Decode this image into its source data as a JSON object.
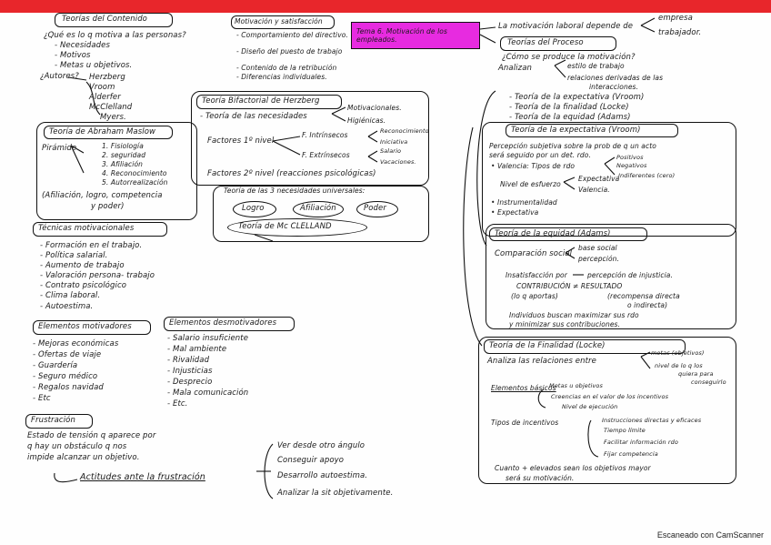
{
  "col1": {
    "title1": "Teorías del Contenido",
    "question": "¿Qué es lo q motiva a las personas?",
    "items1": [
      "- Necesidades",
      "- Motivos",
      "- Metas u objetivos."
    ],
    "autores_label": "¿Autores?",
    "autores": [
      "Herzberg",
      "Vroom",
      "Alderfer",
      "McClelland",
      "Myers."
    ],
    "maslow_title": "Teoría de Abraham Maslow",
    "piramide_label": "Pirámide",
    "maslow_items": [
      "1. Fisiología",
      "2. seguridad",
      "3. Afiliación",
      "4. Reconocimiento",
      "5. Autorrealización"
    ],
    "maslow_note1": "(Afiliación, logro, competencia",
    "maslow_note2": "y poder)",
    "tecnicas_title": "Técnicas motivacionales",
    "tecnicas": [
      "- Formación en el trabajo.",
      "- Política salarial.",
      "- Aumento de trabajo",
      "- Valoración persona- trabajo",
      "- Contrato psicológico",
      "- Clima laboral.",
      "- Autoestima."
    ],
    "mot_title": "Elementos motivadores",
    "mot_items": [
      "- Mejoras económicas",
      "- Ofertas de viaje",
      "- Guardería",
      "- Seguro médico",
      "- Regalos navidad",
      "- Etc"
    ],
    "desmot_title": "Elementos desmotivadores",
    "desmot_items": [
      "- Salario insuficiente",
      "- Mal ambiente",
      "- Rivalidad",
      "- Injusticias",
      "- Desprecio",
      "- Mala comunicación",
      "- Etc."
    ],
    "frust_title": "Frustración",
    "frust_text": [
      "Estado de tensión q aparece por",
      "q hay un obstáculo q nos",
      "impide alcanzar un objetivo."
    ],
    "actitudes": "Actitudes ante la frustración",
    "actitudes_items": [
      "Ver desde otro ángulo",
      "Conseguir apoyo",
      "Desarrollo autoestima.",
      "Analizar la sit objetivamente."
    ]
  },
  "col2": {
    "motsat_title": "Motivación y satisfacción",
    "motsat_items": [
      "- Comportamiento del directivo.",
      "- Diseño del puesto de trabajo",
      "- Contenido de la retribución",
      "- Diferencias individuales."
    ],
    "center_title": "Tema 6. Motivación de los empleados.",
    "bif_title": "Teoría Bifactorial de Herzberg",
    "bif_sub": "- Teoría de las necesidades",
    "bif_sub_r": [
      "Motivacionales.",
      "Higiénicas."
    ],
    "factores": "Factores 1º nivel",
    "f_int": "F. Intrínsecos",
    "f_int_r": [
      "Reconocimiento",
      "Iniciativa"
    ],
    "f_ext": "F. Extrínsecos",
    "f_ext_r": [
      "Salario",
      "Vacaciones."
    ],
    "factores2": "Factores 2º nivel (reacciones psicológicas)",
    "tres_title": "Teoría de las 3 necesidades universales:",
    "tres": [
      "Logro",
      "Afiliación",
      "Poder"
    ],
    "mcc": "Teoría de Mc CLELLAND"
  },
  "col3": {
    "top1": "La motivación laboral depende de",
    "top1_r": [
      "empresa",
      "trabajador."
    ],
    "proceso_title": "Teorías del Proceso",
    "proceso_q": "¿Cómo se produce la motivación?",
    "analizan": "Analizan",
    "analizan_r": [
      "estilo de trabajo",
      "relaciones derivadas de las",
      "interacciones."
    ],
    "teorias": [
      "- Teoría de la expectativa (Vroom)",
      "- Teoría de la finalidad (Locke)",
      "- Teoría de la equidad (Adams)"
    ],
    "exp_title": "Teoría de la expectativa (Vroom)",
    "exp_text": [
      "Percepción subjetiva sobre la prob de q un acto",
      "será seguido por un det. rdo."
    ],
    "valencia": "• Valencia: Tipos de rdo",
    "valencia_r": [
      "Positivos",
      "Negativos",
      "Indiferentes (cero)"
    ],
    "nivel": "Nivel de esfuerzo",
    "nivel_r": [
      "Expectativa",
      "Valencia."
    ],
    "instr": [
      "• Instrumentalidad",
      "• Expectativa"
    ],
    "eq_title": "Teoría de la equidad (Adams)",
    "comparacion": "Comparación social",
    "comparacion_r": [
      "base social",
      "percepción."
    ],
    "insat": "Insatisfacción por",
    "insat_r": "percepción de injusticia.",
    "contrib": "CONTRIBUCIÓN ≠ RESULTADO",
    "contrib_l": "(lo q aportas)",
    "contrib_r": [
      "(recompensa directa",
      "o indirecta)"
    ],
    "individuos": [
      "Individuos buscan maximizar sus rdo",
      "y minimizar sus contribuciones."
    ],
    "fin_title": "Teoría de la Finalidad (Locke)",
    "fin_text": "Analiza las relaciones entre",
    "fin_r": [
      "metas (objetivos)",
      "nivel de lo q los",
      "quiera para",
      "conseguirlo"
    ],
    "elem": "Elementos básicos",
    "elem_r": [
      "Metas u objetivos",
      "Creencias en el valor de los incentivos",
      "Nivel de ejecución"
    ],
    "tipos": "Tipos de incentivos",
    "tipos_r": [
      "Instrucciones directas y eficaces",
      "Tiempo límite",
      "Facilitar información rdo",
      "Fijar competencia"
    ],
    "cuanto": [
      "Cuanto + elevados sean los objetivos mayor",
      "será su motivación."
    ]
  },
  "footer": "Escaneado con CamScanner"
}
